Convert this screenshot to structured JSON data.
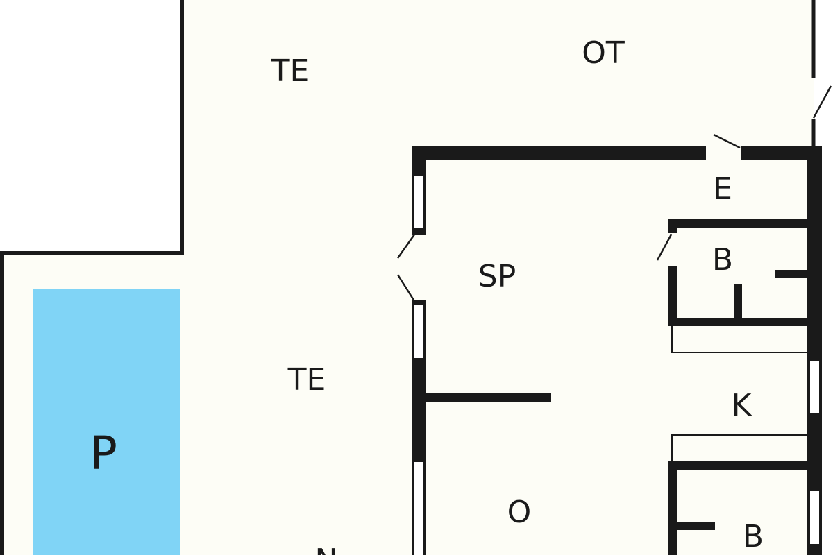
{
  "rooms": {
    "terrace_top": "TE",
    "covered_terrace": "OT",
    "terrace_left": "TE",
    "entrance": "E",
    "bathroom_1": "B",
    "bathroom_2": "B",
    "dining_room": "SP",
    "kitchen": "K",
    "living_room": "O",
    "pool": "P",
    "partial_label": "N"
  },
  "colors": {
    "floor": "#fdfdf6",
    "wall": "#1a1a1a",
    "pool": "#80d4f6",
    "background": "#ffffff"
  }
}
